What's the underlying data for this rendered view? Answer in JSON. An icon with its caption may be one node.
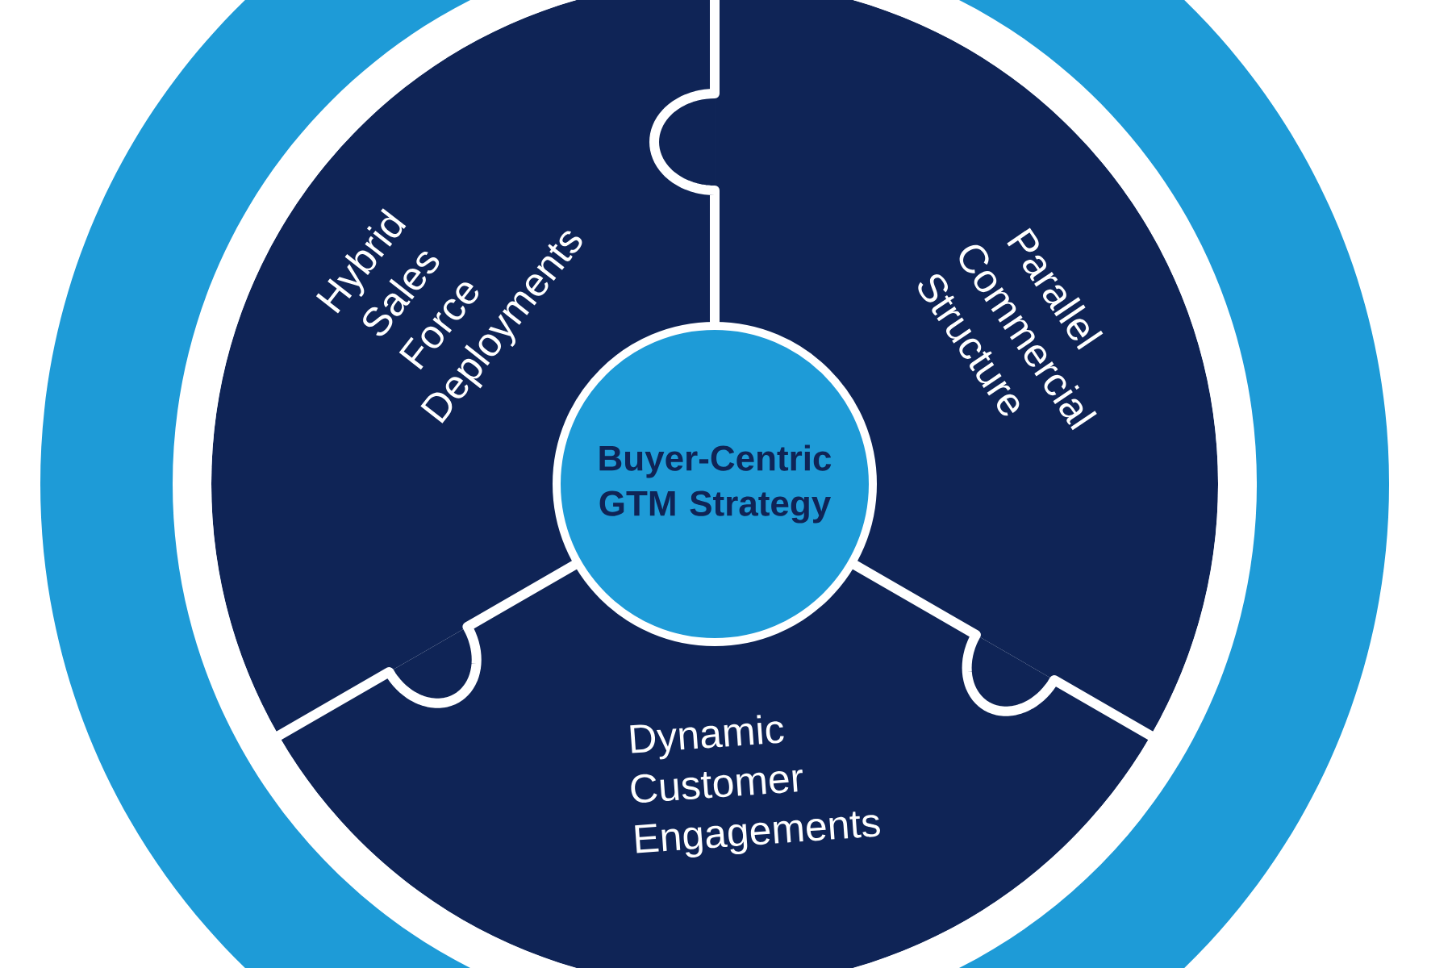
{
  "diagram": {
    "nodes": [
      {
        "text": [
          "Buyer-Centric GTM Strategy"
        ]
      },
      {
        "text": [
          "Hybrid Sales Force Deployments"
        ]
      },
      {
        "text": [
          "Parallel Commercial Structure"
        ]
      },
      {
        "text": [
          "Dynamic Customer Engagements"
        ]
      }
    ]
  }
}
